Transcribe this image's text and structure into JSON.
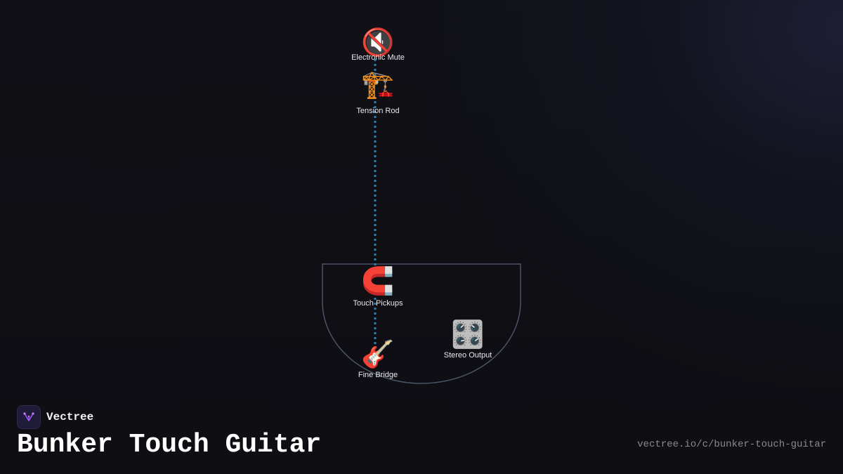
{
  "diagram": {
    "nodes": [
      {
        "id": "electronic-mute",
        "label": "Electronic Mute",
        "icon": "🔇",
        "icon_name": "muted-speaker-icon"
      },
      {
        "id": "tension-rod",
        "label": "Tension Rod",
        "icon": "🏗️",
        "icon_name": "construction-crane-icon"
      },
      {
        "id": "touch-pickups",
        "label": "Touch Pickups",
        "icon": "🧲",
        "icon_name": "magnet-icon"
      },
      {
        "id": "fine-bridge",
        "label": "Fine Bridge",
        "icon": "🎸",
        "icon_name": "guitar-icon"
      },
      {
        "id": "stereo-output",
        "label": "Stereo Output",
        "icon": "🎛️",
        "icon_name": "control-knobs-icon"
      }
    ],
    "edges": [
      {
        "from": "electronic-mute",
        "to": "tension-rod",
        "style": "dotted"
      },
      {
        "from": "tension-rod",
        "to": "touch-pickups",
        "style": "dotted"
      },
      {
        "from": "touch-pickups",
        "to": "fine-bridge",
        "style": "dotted"
      }
    ],
    "groups": [
      {
        "id": "output-group",
        "members": [
          "touch-pickups",
          "fine-bridge",
          "stereo-output"
        ]
      }
    ],
    "colors": {
      "edge": "#2b7fb0",
      "group_outline": "#4a5566",
      "label": "#e8e8ee"
    }
  },
  "brand": {
    "name": "Vectree",
    "logo_icon": "vectree-logo-icon",
    "accent": "#a855f7"
  },
  "page": {
    "title": "Bunker Touch Guitar",
    "url": "vectree.io/c/bunker-touch-guitar"
  }
}
